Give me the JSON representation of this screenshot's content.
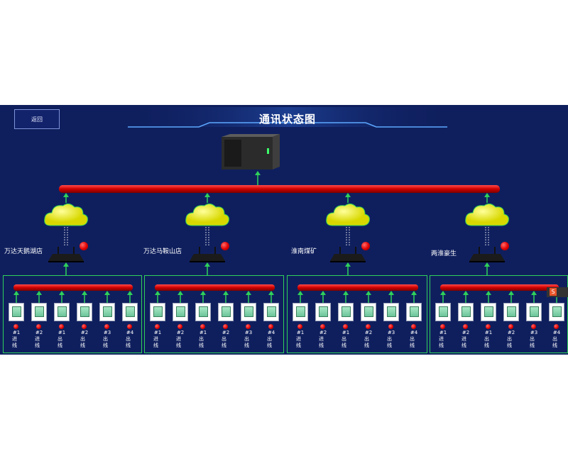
{
  "header": {
    "back_label": "返回",
    "title": "通讯状态图"
  },
  "colors": {
    "background": "#0f1f5e",
    "bus": "#d00000",
    "connector": "#2fd05a",
    "status_dot": "#e00000",
    "cloud": "#e6e600"
  },
  "sites": [
    {
      "name": "万达天鹅湖店",
      "status": "red",
      "meters": [
        {
          "line1": "#1",
          "line2": "进线"
        },
        {
          "line1": "#2",
          "line2": "进线"
        },
        {
          "line1": "#1",
          "line2": "出线"
        },
        {
          "line1": "#2",
          "line2": "出线"
        },
        {
          "line1": "#3",
          "line2": "出线"
        },
        {
          "line1": "#4",
          "line2": "出线"
        }
      ]
    },
    {
      "name": "万达马鞍山店",
      "status": "red",
      "meters": [
        {
          "line1": "#1",
          "line2": "进线"
        },
        {
          "line1": "#2",
          "line2": "进线"
        },
        {
          "line1": "#1",
          "line2": "出线"
        },
        {
          "line1": "#2",
          "line2": "出线"
        },
        {
          "line1": "#3",
          "line2": "出线"
        },
        {
          "line1": "#4",
          "line2": "出线"
        }
      ]
    },
    {
      "name": "淮南煤矿",
      "status": "red",
      "meters": [
        {
          "line1": "#1",
          "line2": "进线"
        },
        {
          "line1": "#2",
          "line2": "进线"
        },
        {
          "line1": "#1",
          "line2": "出线"
        },
        {
          "line1": "#2",
          "line2": "出线"
        },
        {
          "line1": "#3",
          "line2": "出线"
        },
        {
          "line1": "#4",
          "line2": "出线"
        }
      ]
    },
    {
      "name": "两淮豪生",
      "status": "red",
      "meters": [
        {
          "line1": "#1",
          "line2": "进线"
        },
        {
          "line1": "#2",
          "line2": "进线"
        },
        {
          "line1": "#1",
          "line2": "出线"
        },
        {
          "line1": "#2",
          "line2": "出线"
        },
        {
          "line1": "#3",
          "line2": "出线"
        },
        {
          "line1": "#4",
          "line2": "出线"
        }
      ]
    }
  ]
}
